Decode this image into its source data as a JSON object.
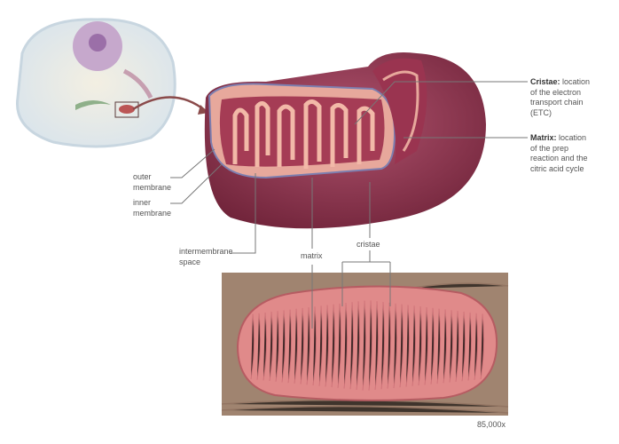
{
  "labels": {
    "cristae_title": "Cristae:",
    "cristae_desc_1": " location",
    "cristae_desc_2": "of the electron",
    "cristae_desc_3": "transport chain",
    "cristae_desc_4": "(ETC)",
    "matrix_title": "Matrix:",
    "matrix_desc_1": " location",
    "matrix_desc_2": "of the prep",
    "matrix_desc_3": "reaction and the",
    "matrix_desc_4": "citric acid cycle",
    "outer_membrane_1": "outer",
    "outer_membrane_2": "membrane",
    "inner_membrane_1": "inner",
    "inner_membrane_2": "membrane",
    "intermembrane_1": "intermembrane",
    "intermembrane_2": "space",
    "matrix": "matrix",
    "cristae": "cristae",
    "magnification": "85,000x"
  },
  "colors": {
    "mitochondrion_outer": "#8a3550",
    "mitochondrion_inner": "#d98c8c",
    "micrograph_bg": "#a08470",
    "micrograph_organelle": "#e08a8a",
    "leader_line": "#777777"
  }
}
